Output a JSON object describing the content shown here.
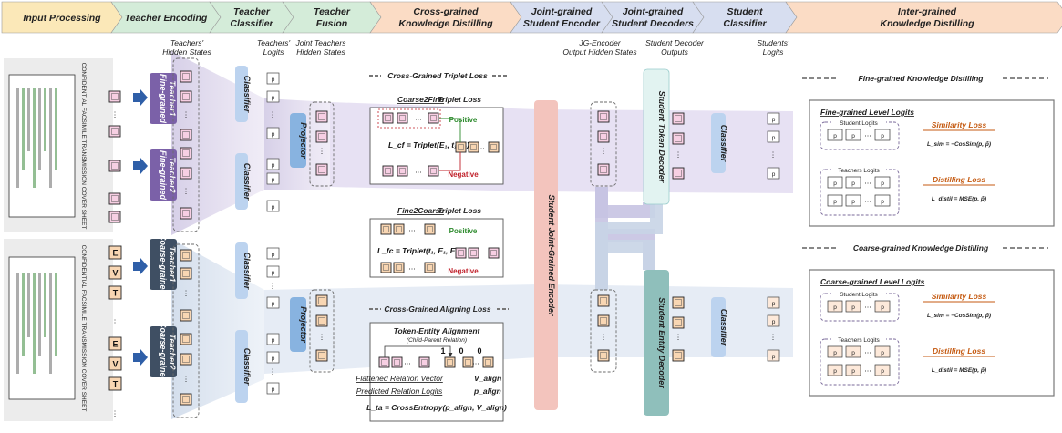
{
  "phases": [
    {
      "line1": "Input Processing",
      "line2": "",
      "color": "#fbe8b8"
    },
    {
      "line1": "Teacher Encoding",
      "line2": "",
      "color": "#d4ecd9"
    },
    {
      "line1": "Teacher",
      "line2": "Classifier",
      "color": "#d4ecd9"
    },
    {
      "line1": "Teacher",
      "line2": "Fusion",
      "color": "#d4ecd9"
    },
    {
      "line1": "Cross-grained",
      "line2": "Knowledge Distilling",
      "color": "#fbdcc5"
    },
    {
      "line1": "Joint-grained",
      "line2": "Student Encoder",
      "color": "#d7def0"
    },
    {
      "line1": "Joint-grained",
      "line2": "Student Decoders",
      "color": "#d7def0"
    },
    {
      "line1": "Student",
      "line2": "Classifier",
      "color": "#d7def0"
    },
    {
      "line1": "Inter-grained",
      "line2": "Knowledge Distilling",
      "color": "#fbdcc5"
    }
  ],
  "col_labels": {
    "teachers_hidden_1": "Teachers'",
    "teachers_hidden_2": "Hidden States",
    "teachers_logits_1": "Teachers'",
    "teachers_logits_2": "Logits",
    "joint_teachers_1": "Joint Teachers",
    "joint_teachers_2": "Hidden States",
    "jg_out_1": "JG-Encoder",
    "jg_out_2": "Output Hidden States",
    "sd_out_1": "Student Decoder",
    "sd_out_2": "Outputs",
    "students_logits_1": "Students'",
    "students_logits_2": "Logits"
  },
  "teachers": {
    "fine1": [
      "Fine-grained",
      "Teacher1"
    ],
    "fine2": [
      "Fine-grained",
      "Teacher2"
    ],
    "coarse1": [
      "Coarse-grained",
      "Teacher1"
    ],
    "coarse2": [
      "Coarse-grained",
      "Teacher2"
    ]
  },
  "modules": {
    "classifier": "Classifier",
    "projector": "Projector",
    "student_encoder": "Student Joint-Grained Encoder",
    "token_decoder": "Student Token Decoder",
    "entity_decoder": "Student Entity Decoder"
  },
  "doc": {
    "title": "CONFIDENTIAL FACSIMILE TRANSMISSION COVER SHEET",
    "evt": [
      "E",
      "V",
      "T"
    ]
  },
  "cross_grained": {
    "triplet_header": "Cross-Grained Triplet Loss",
    "c2f_title": "Coarse2Fine",
    "c2f_suffix": " Triplet Loss",
    "f2c_title": "Fine2Coarse",
    "f2c_suffix": " Triplet Loss",
    "positive": "Positive",
    "negative": "Negative",
    "aligning_header": "Cross-Grained Aligning Loss",
    "tea_title": "Token-Entity Alignment",
    "tea_sub": "(Child-Parent Relation)",
    "flat": "Flattened Relation Vector",
    "pred": "Predicted Relation Logits"
  },
  "inter_grained": {
    "fine_header": "Fine-grained Knowledge Distilling",
    "coarse_header": "Coarse-grained Knowledge Distilling",
    "fine_level": "Fine-grained Level Logits",
    "coarse_level": "Coarse-grained Level Logits",
    "student_logits": "Student Logits",
    "teachers_logits": "Teachers Logits",
    "similarity": "Similarity Loss",
    "distilling": "Distilling Loss"
  },
  "colors": {
    "purple_teacher": "#7b61a8",
    "dark_teacher": "#3f4f63",
    "classifier_blue": "#bcd3ef",
    "encoder_pink": "#f3c4bd",
    "token_decoder": "#e2f3f1",
    "entity_decoder": "#8fbfbb",
    "pink_box": "#f7cfe3",
    "orange_box": "#f8d6b3"
  }
}
